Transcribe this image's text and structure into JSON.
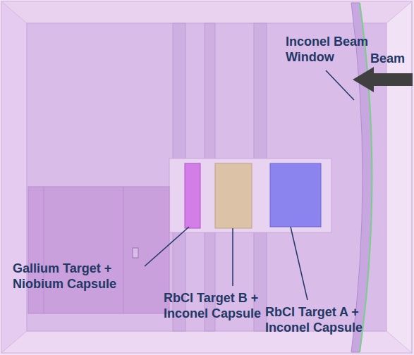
{
  "diagram": {
    "labels": [
      "Inconel Beam Window",
      "Beam",
      "Gallium Target + Niobium Capsule",
      "RbCl Target B + Inconel Capsule",
      "RbCl Target A + Inconel Capsule"
    ]
  }
}
